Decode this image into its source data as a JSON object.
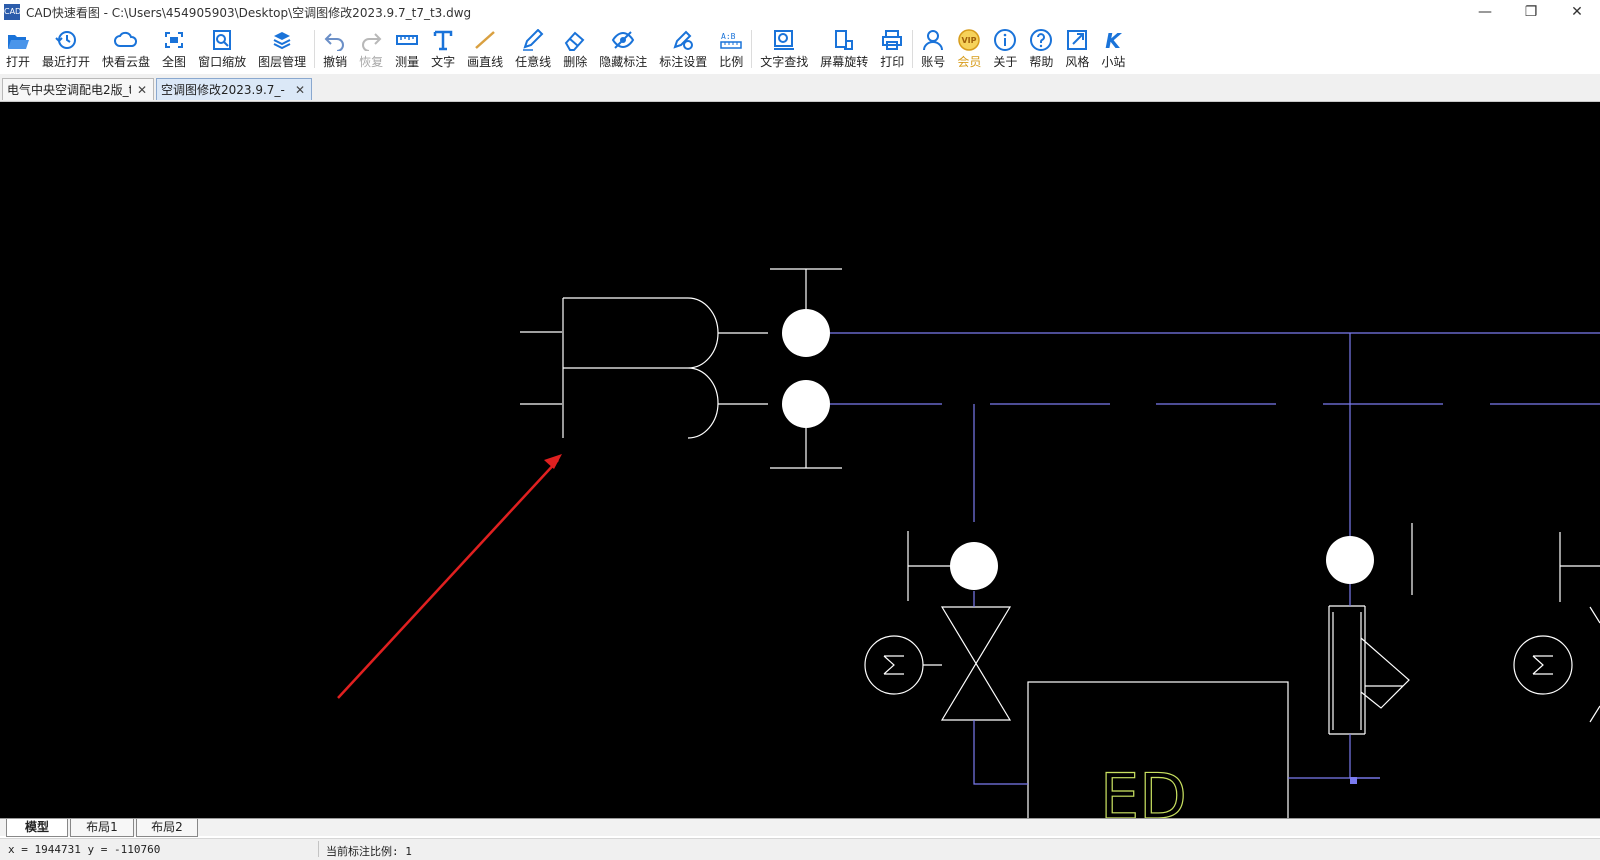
{
  "window": {
    "title": "CAD快速看图 - C:\\Users\\454905903\\Desktop\\空调图修改2023.9.7_t7_t3.dwg",
    "icon_text": "CAD",
    "controls": [
      "minimize",
      "restore",
      "close"
    ]
  },
  "toolbar": {
    "items": [
      {
        "label": "打开",
        "icon": "folder-open-icon"
      },
      {
        "label": "最近打开",
        "icon": "history-icon"
      },
      {
        "label": "快看云盘",
        "icon": "cloud-icon"
      },
      {
        "label": "全图",
        "icon": "fullscreen-icon"
      },
      {
        "label": "窗口缩放",
        "icon": "zoom-window-icon"
      },
      {
        "label": "图层管理",
        "icon": "layers-icon"
      },
      {
        "label": "撤销",
        "icon": "undo-icon"
      },
      {
        "label": "恢复",
        "icon": "redo-icon",
        "disabled": true
      },
      {
        "label": "测量",
        "icon": "measure-icon"
      },
      {
        "label": "文字",
        "icon": "text-icon"
      },
      {
        "label": "画直线",
        "icon": "line-icon"
      },
      {
        "label": "任意线",
        "icon": "pencil-icon"
      },
      {
        "label": "删除",
        "icon": "eraser-icon"
      },
      {
        "label": "隐藏标注",
        "icon": "eye-hide-icon"
      },
      {
        "label": "标注设置",
        "icon": "annotation-settings-icon"
      },
      {
        "label": "比例",
        "icon": "scale-icon",
        "icon_text": "A:B"
      },
      {
        "label": "文字查找",
        "icon": "text-search-icon"
      },
      {
        "label": "屏幕旋转",
        "icon": "rotate-screen-icon"
      },
      {
        "label": "打印",
        "icon": "print-icon"
      },
      {
        "label": "账号",
        "icon": "user-icon"
      },
      {
        "label": "会员",
        "icon": "vip-icon",
        "icon_text": "VIP"
      },
      {
        "label": "关于",
        "icon": "info-icon"
      },
      {
        "label": "帮助",
        "icon": "help-icon"
      },
      {
        "label": "风格",
        "icon": "style-icon"
      },
      {
        "label": "小站",
        "icon": "site-icon",
        "icon_text": "K"
      }
    ]
  },
  "tabs": [
    {
      "label": "电气中央空调配电2版_t:",
      "active": false
    },
    {
      "label": "空调图修改2023.9.7_-",
      "active": true
    }
  ],
  "drawing": {
    "box_label": "ED"
  },
  "layouts": [
    {
      "label": "模型",
      "active": true
    },
    {
      "label": "布局1",
      "active": false
    },
    {
      "label": "布局2",
      "active": false
    }
  ],
  "status": {
    "coords": "x = 1944731  y = -110760",
    "scale": "当前标注比例: 1"
  },
  "colors": {
    "accent": "#1a73d9",
    "canvas": "#000000",
    "pipe": "#7b7bf0",
    "arrow": "#e02020",
    "label_green": "#c8e060",
    "vip": "#d79c1b"
  }
}
